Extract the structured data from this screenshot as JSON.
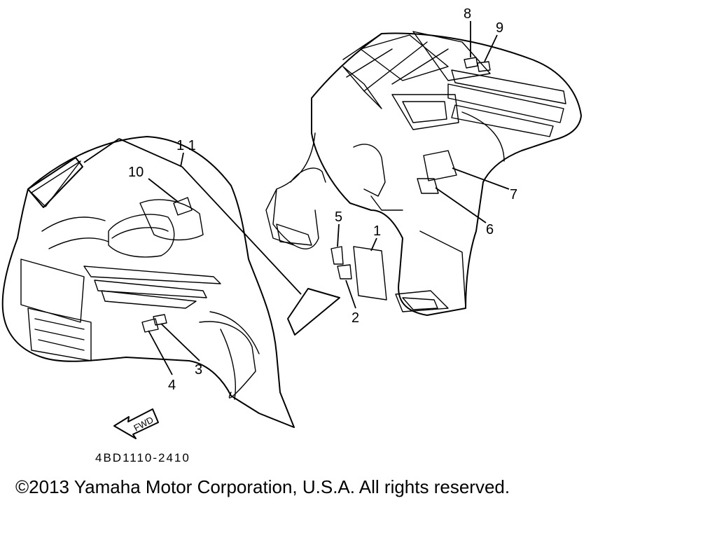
{
  "callouts": [
    {
      "id": "1",
      "text": "1"
    },
    {
      "id": "2",
      "text": "2"
    },
    {
      "id": "3",
      "text": "3"
    },
    {
      "id": "4",
      "text": "4"
    },
    {
      "id": "5",
      "text": "5"
    },
    {
      "id": "6",
      "text": "6"
    },
    {
      "id": "7",
      "text": "7"
    },
    {
      "id": "8",
      "text": "8"
    },
    {
      "id": "9",
      "text": "9"
    },
    {
      "id": "10",
      "text": "10"
    },
    {
      "id": "11",
      "text": "1 1"
    }
  ],
  "arrow": {
    "text": "FWD"
  },
  "part_code": "4BD1110-2410",
  "copyright": "©2013 Yamaha Motor Corporation, U.S.A. All rights reserved."
}
